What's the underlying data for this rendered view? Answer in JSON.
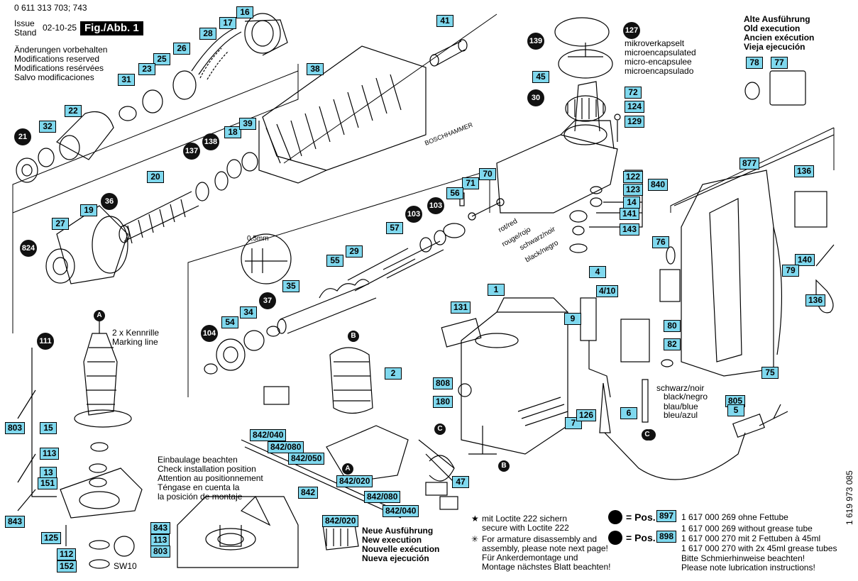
{
  "header": {
    "doc_number": "0 611 313 703; 743",
    "issue_label": "Issue",
    "stand_label": "Stand",
    "issue_date": "02-10-25",
    "fig_label": "Fig./Abb. 1",
    "modifications": [
      "Änderungen vorbehalten",
      "Modifications reserved",
      "Modifications resérvées",
      "Salvo modificaciones"
    ]
  },
  "old_version": [
    "Alte Ausführung",
    "Old execution",
    "Ancien exécution",
    "Vieja ejecución"
  ],
  "new_version": [
    "Neue Ausführung",
    "New execution",
    "Nouvelle exécution",
    "Nueva ejecución"
  ],
  "microencapsulated": [
    "mikroverkapselt",
    "microencapsulated",
    "micro-encapsulee",
    "microencapsulado"
  ],
  "installation_note": [
    "Einbaulage beachten",
    "Check installation position",
    "Attention au positionnement",
    "Téngase en cuenta la",
    "la posición de montaje"
  ],
  "marking": [
    "2 x Kennrille",
    "Marking line"
  ],
  "wire_labels": [
    "rot/red",
    "rouge/rojo",
    "schwarz/noir",
    "black/negro"
  ],
  "wire_labels2": [
    "schwarz/noir",
    "black/negro",
    "blau/blue",
    "bleu/azul"
  ],
  "dimension": "0,5mm",
  "sw": "SW10",
  "loctite": [
    "mit Loctite 222 sichern",
    "secure with Loctite 222"
  ],
  "armature": [
    "For armature disassembly and",
    "assembly, please note next page!",
    "Für Ankerdemontage und",
    "Montage nächstes Blatt beachten!"
  ],
  "pos_label": "= Pos.",
  "pos897": "897",
  "pos898": "898",
  "grease_lines": [
    "1 617 000 269 ohne Fettube",
    "1 617 000 269 without grease tube",
    "1 617 000 270 mit 2 Fettuben à 45ml",
    "1 617 000 270 with 2x 45ml grease tubes",
    "Bitte Schmierhinweise beachten!",
    "Please note lubrication instructions!"
  ],
  "drawing_number": "1 619 973 085",
  "brand_text": "BOSCHHAMMER",
  "symbols": {
    "star": "★",
    "asterisk": "✳"
  },
  "parts_boxed": [
    {
      "t": "16"
    },
    {
      "t": "17"
    },
    {
      "t": "28"
    },
    {
      "t": "26"
    },
    {
      "t": "25"
    },
    {
      "t": "23"
    },
    {
      "t": "31"
    },
    {
      "t": "22"
    },
    {
      "t": "32"
    },
    {
      "t": "41"
    },
    {
      "t": "38"
    },
    {
      "t": "18"
    },
    {
      "t": "39"
    },
    {
      "t": "20"
    },
    {
      "t": "19"
    },
    {
      "t": "27"
    },
    {
      "t": "45"
    },
    {
      "t": "72"
    },
    {
      "t": "124"
    },
    {
      "t": "129"
    },
    {
      "t": "78"
    },
    {
      "t": "77"
    },
    {
      "t": "70"
    },
    {
      "t": "71"
    },
    {
      "t": "56"
    },
    {
      "t": "57"
    },
    {
      "t": "29"
    },
    {
      "t": "55"
    },
    {
      "t": "35"
    },
    {
      "t": "34"
    },
    {
      "t": "54"
    },
    {
      "t": "122"
    },
    {
      "t": "123"
    },
    {
      "t": "14"
    },
    {
      "t": "141"
    },
    {
      "t": "143"
    },
    {
      "t": "840"
    },
    {
      "t": "877"
    },
    {
      "t": "136"
    },
    {
      "t": "140"
    },
    {
      "t": "79"
    },
    {
      "t": "76"
    },
    {
      "t": "4"
    },
    {
      "t": "4/10"
    },
    {
      "t": "1"
    },
    {
      "t": "131"
    },
    {
      "t": "9"
    },
    {
      "t": "80"
    },
    {
      "t": "82"
    },
    {
      "t": "136"
    },
    {
      "t": "75"
    },
    {
      "t": "2"
    },
    {
      "t": "808"
    },
    {
      "t": "180"
    },
    {
      "t": "7"
    },
    {
      "t": "126"
    },
    {
      "t": "6"
    },
    {
      "t": "805"
    },
    {
      "t": "5"
    },
    {
      "t": "842/040"
    },
    {
      "t": "842/080"
    },
    {
      "t": "842/050"
    },
    {
      "t": "842"
    },
    {
      "t": "842/020"
    },
    {
      "t": "842/080"
    },
    {
      "t": "842/040"
    },
    {
      "t": "47"
    },
    {
      "t": "842/020"
    },
    {
      "t": "803"
    },
    {
      "t": "15"
    },
    {
      "t": "113"
    },
    {
      "t": "13"
    },
    {
      "t": "151"
    },
    {
      "t": "843"
    },
    {
      "t": "125"
    },
    {
      "t": "112"
    },
    {
      "t": "152"
    },
    {
      "t": "843"
    },
    {
      "t": "113"
    },
    {
      "t": "803"
    }
  ],
  "parts_circled": [
    {
      "t": "21"
    },
    {
      "t": "139"
    },
    {
      "t": "127"
    },
    {
      "t": "30"
    },
    {
      "t": "137"
    },
    {
      "t": "138"
    },
    {
      "t": "36"
    },
    {
      "t": "824"
    },
    {
      "t": "103"
    },
    {
      "t": "103"
    },
    {
      "t": "37"
    },
    {
      "t": "104"
    },
    {
      "t": "111"
    }
  ],
  "refs": [
    {
      "t": "A"
    },
    {
      "t": "B"
    },
    {
      "t": "C"
    },
    {
      "t": "A"
    },
    {
      "t": "B"
    },
    {
      "t": "C"
    },
    {
      "t": "C"
    }
  ]
}
